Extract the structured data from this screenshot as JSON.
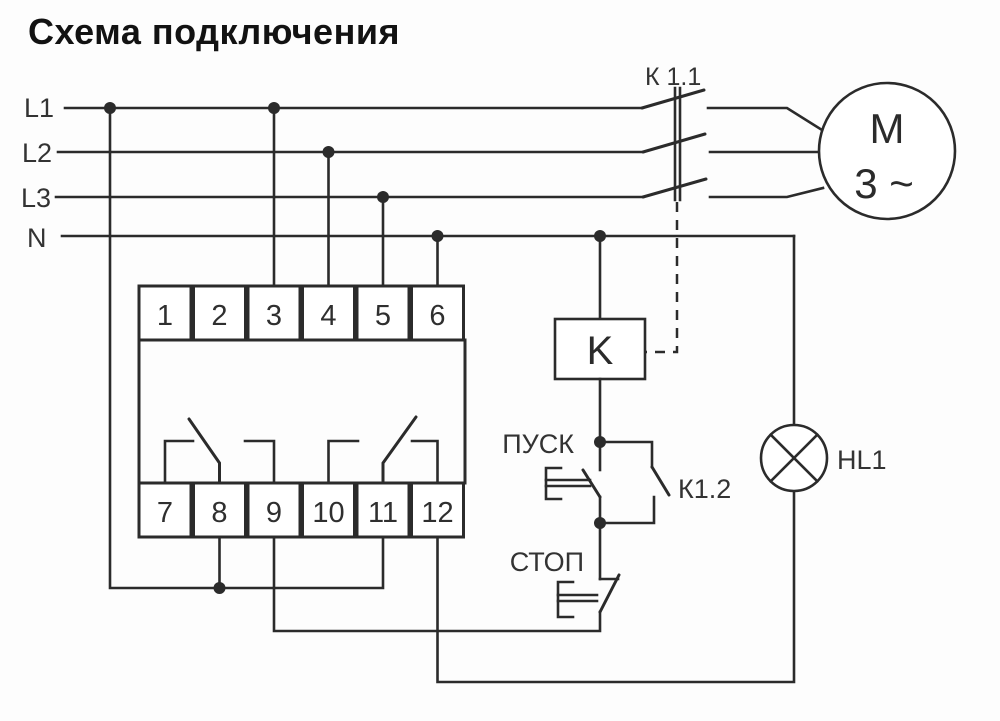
{
  "title": "Схема подключения",
  "colors": {
    "wire": "#2b2b2b",
    "background": "#fdfdfd",
    "label": "#333333"
  },
  "power_lines": [
    {
      "label": "L1"
    },
    {
      "label": "L2"
    },
    {
      "label": "L3"
    },
    {
      "label": "N"
    }
  ],
  "contactor": {
    "label": "К 1.1"
  },
  "motor": {
    "label": "M",
    "phase_label": "3 ~"
  },
  "device": {
    "top_terminals": [
      "1",
      "2",
      "3",
      "4",
      "5",
      "6"
    ],
    "bottom_terminals": [
      "7",
      "8",
      "9",
      "10",
      "11",
      "12"
    ]
  },
  "relay_coil": {
    "label": "K"
  },
  "aux_contact": {
    "label": "К1.2"
  },
  "buttons": {
    "start": {
      "label": "ПУСК"
    },
    "stop": {
      "label": "СТОП"
    }
  },
  "lamp": {
    "label": "HL1"
  }
}
